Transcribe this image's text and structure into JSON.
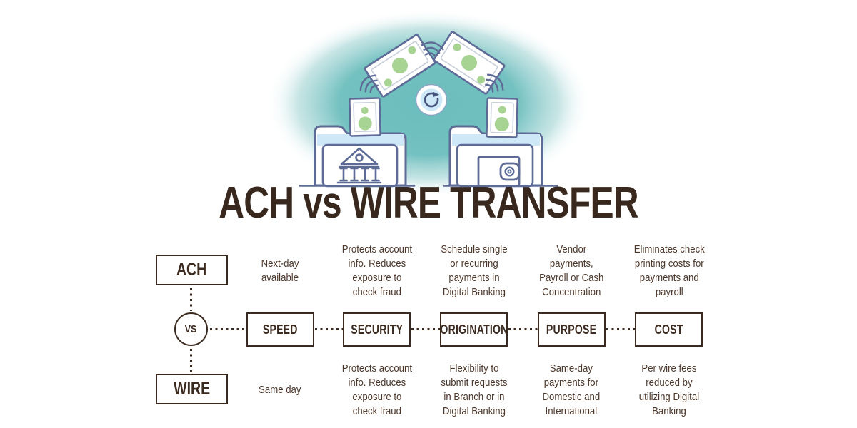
{
  "title": "ACH vs WIRE TRANSFER",
  "comparison": {
    "row_labels": {
      "top": "ACH",
      "middle": "VS",
      "bottom": "WIRE"
    },
    "columns": [
      {
        "category": "SPEED",
        "ach": "Next-day\navailable",
        "wire": "Same day"
      },
      {
        "category": "SECURITY",
        "ach": "Protects account\ninfo. Reduces\nexposure to\ncheck fraud",
        "wire": "Protects account\ninfo. Reduces\nexposure to\ncheck fraud"
      },
      {
        "category": "ORIGINATION",
        "ach": "Schedule single\nor recurring\npayments in\nDigital Banking",
        "wire": "Flexibility to\nsubmit requests\nin Branch or in\nDigital Banking"
      },
      {
        "category": "PURPOSE",
        "ach": "Vendor\npayments,\nPayroll or Cash\nConcentration",
        "wire": "Same-day\npayments for\nDomestic and\nInternational"
      },
      {
        "category": "COST",
        "ach": "Eliminates check\nprinting costs for\npayments and\npayroll",
        "wire": "Per wire fees\nreduced by\nutilizing Digital\nBanking"
      }
    ]
  },
  "illustration": {
    "icons": [
      "bank-building-icon",
      "wallet-building-icon",
      "money-bill-icon",
      "sync-icon",
      "motion-arcs-icon"
    ],
    "colors": {
      "glow_teal": "#71c0c0",
      "outline_slate": "#5d6b96",
      "light_blue": "#cfe8f7",
      "bill_green": "#a8d493",
      "dark_brown": "#3b2a1f",
      "text_brown": "#4d382b"
    }
  }
}
